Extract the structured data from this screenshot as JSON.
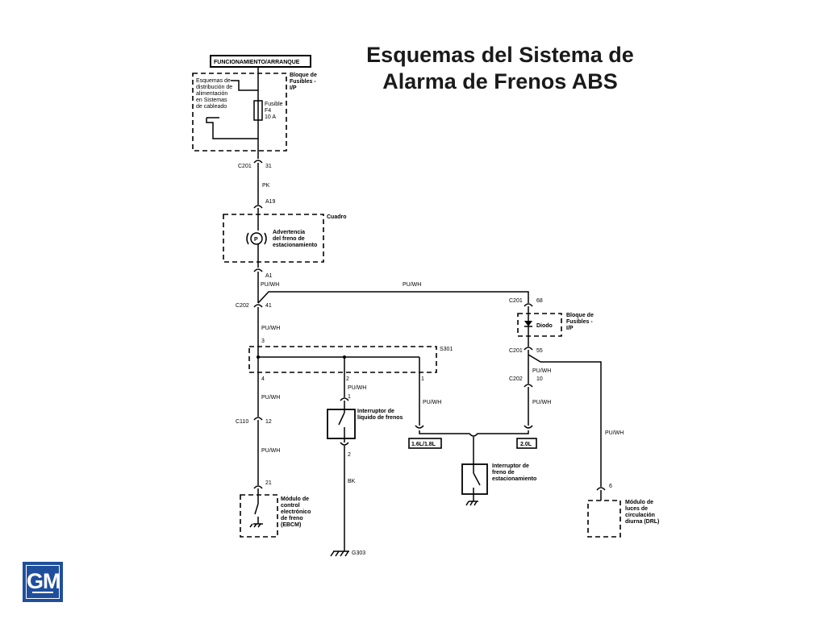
{
  "title": [
    "Esquemas del Sistema de",
    "Alarma de Frenos ABS"
  ],
  "logo": "GM",
  "labels": {
    "run_crank": "FUNCIONAMIENTO/ARRANQUE",
    "power_dist": [
      "Esquemas de",
      "distribución de",
      "alimentación",
      "en Sistemas",
      "de cableado"
    ],
    "fuse_block_ip": [
      "Bloque de",
      "Fusibles -",
      "I/P"
    ],
    "fuse": [
      "Fusible",
      "F4",
      "10 A"
    ],
    "c201_top": "C201",
    "pin_31": "31",
    "pk": "PK",
    "a19": "A19",
    "cuadro": "Cuadro",
    "park_warning": [
      "Advertencia",
      "del freno de",
      "estacionamiento"
    ],
    "a1": "A1",
    "puwh_a1": "PU/WH",
    "puwh_top": "PU/WH",
    "c202_left": "C202",
    "pin_41": "41",
    "puwh_41": "PU/WH",
    "pin_3": "3",
    "s301": "S301",
    "pin_4": "4",
    "pin_2_s301": "2",
    "pin_1_s301": "1",
    "puwh_4": "PU/WH",
    "c110": "C110",
    "pin_12": "12",
    "puwh_12": "PU/WH",
    "pin_21": "21",
    "ebcm": [
      "Módulo de",
      "control",
      "electrónico",
      "de freno",
      "(EBCM)"
    ],
    "puwh_sw": "PU/WH",
    "pin_1_sw": "1",
    "fluid_switch": [
      "Interruptor de",
      "líquido de frenos"
    ],
    "pin_2_sw": "2",
    "bk": "BK",
    "g303": "G303",
    "puwh_s1": "PU/WH",
    "engine_a": "1.6L/1.8L",
    "engine_b": "2.0L",
    "c201_68": "C201",
    "pin_68": "68",
    "diode": "Diodo",
    "fuse_block_ip2": [
      "Bloque de",
      "Fusibles -",
      "I/P"
    ],
    "c201_55": "C201",
    "pin_55": "55",
    "puwh_55": "PU/WH",
    "c202_right": "C202",
    "pin_10": "10",
    "puwh_10": "PU/WH",
    "park_switch": [
      "Interruptor de",
      "freno de",
      "estacionamiento"
    ],
    "puwh_drl": "PU/WH",
    "pin_6": "6",
    "drl": [
      "Módulo de",
      "luces de",
      "circulación",
      "diurna (DRL)"
    ]
  }
}
